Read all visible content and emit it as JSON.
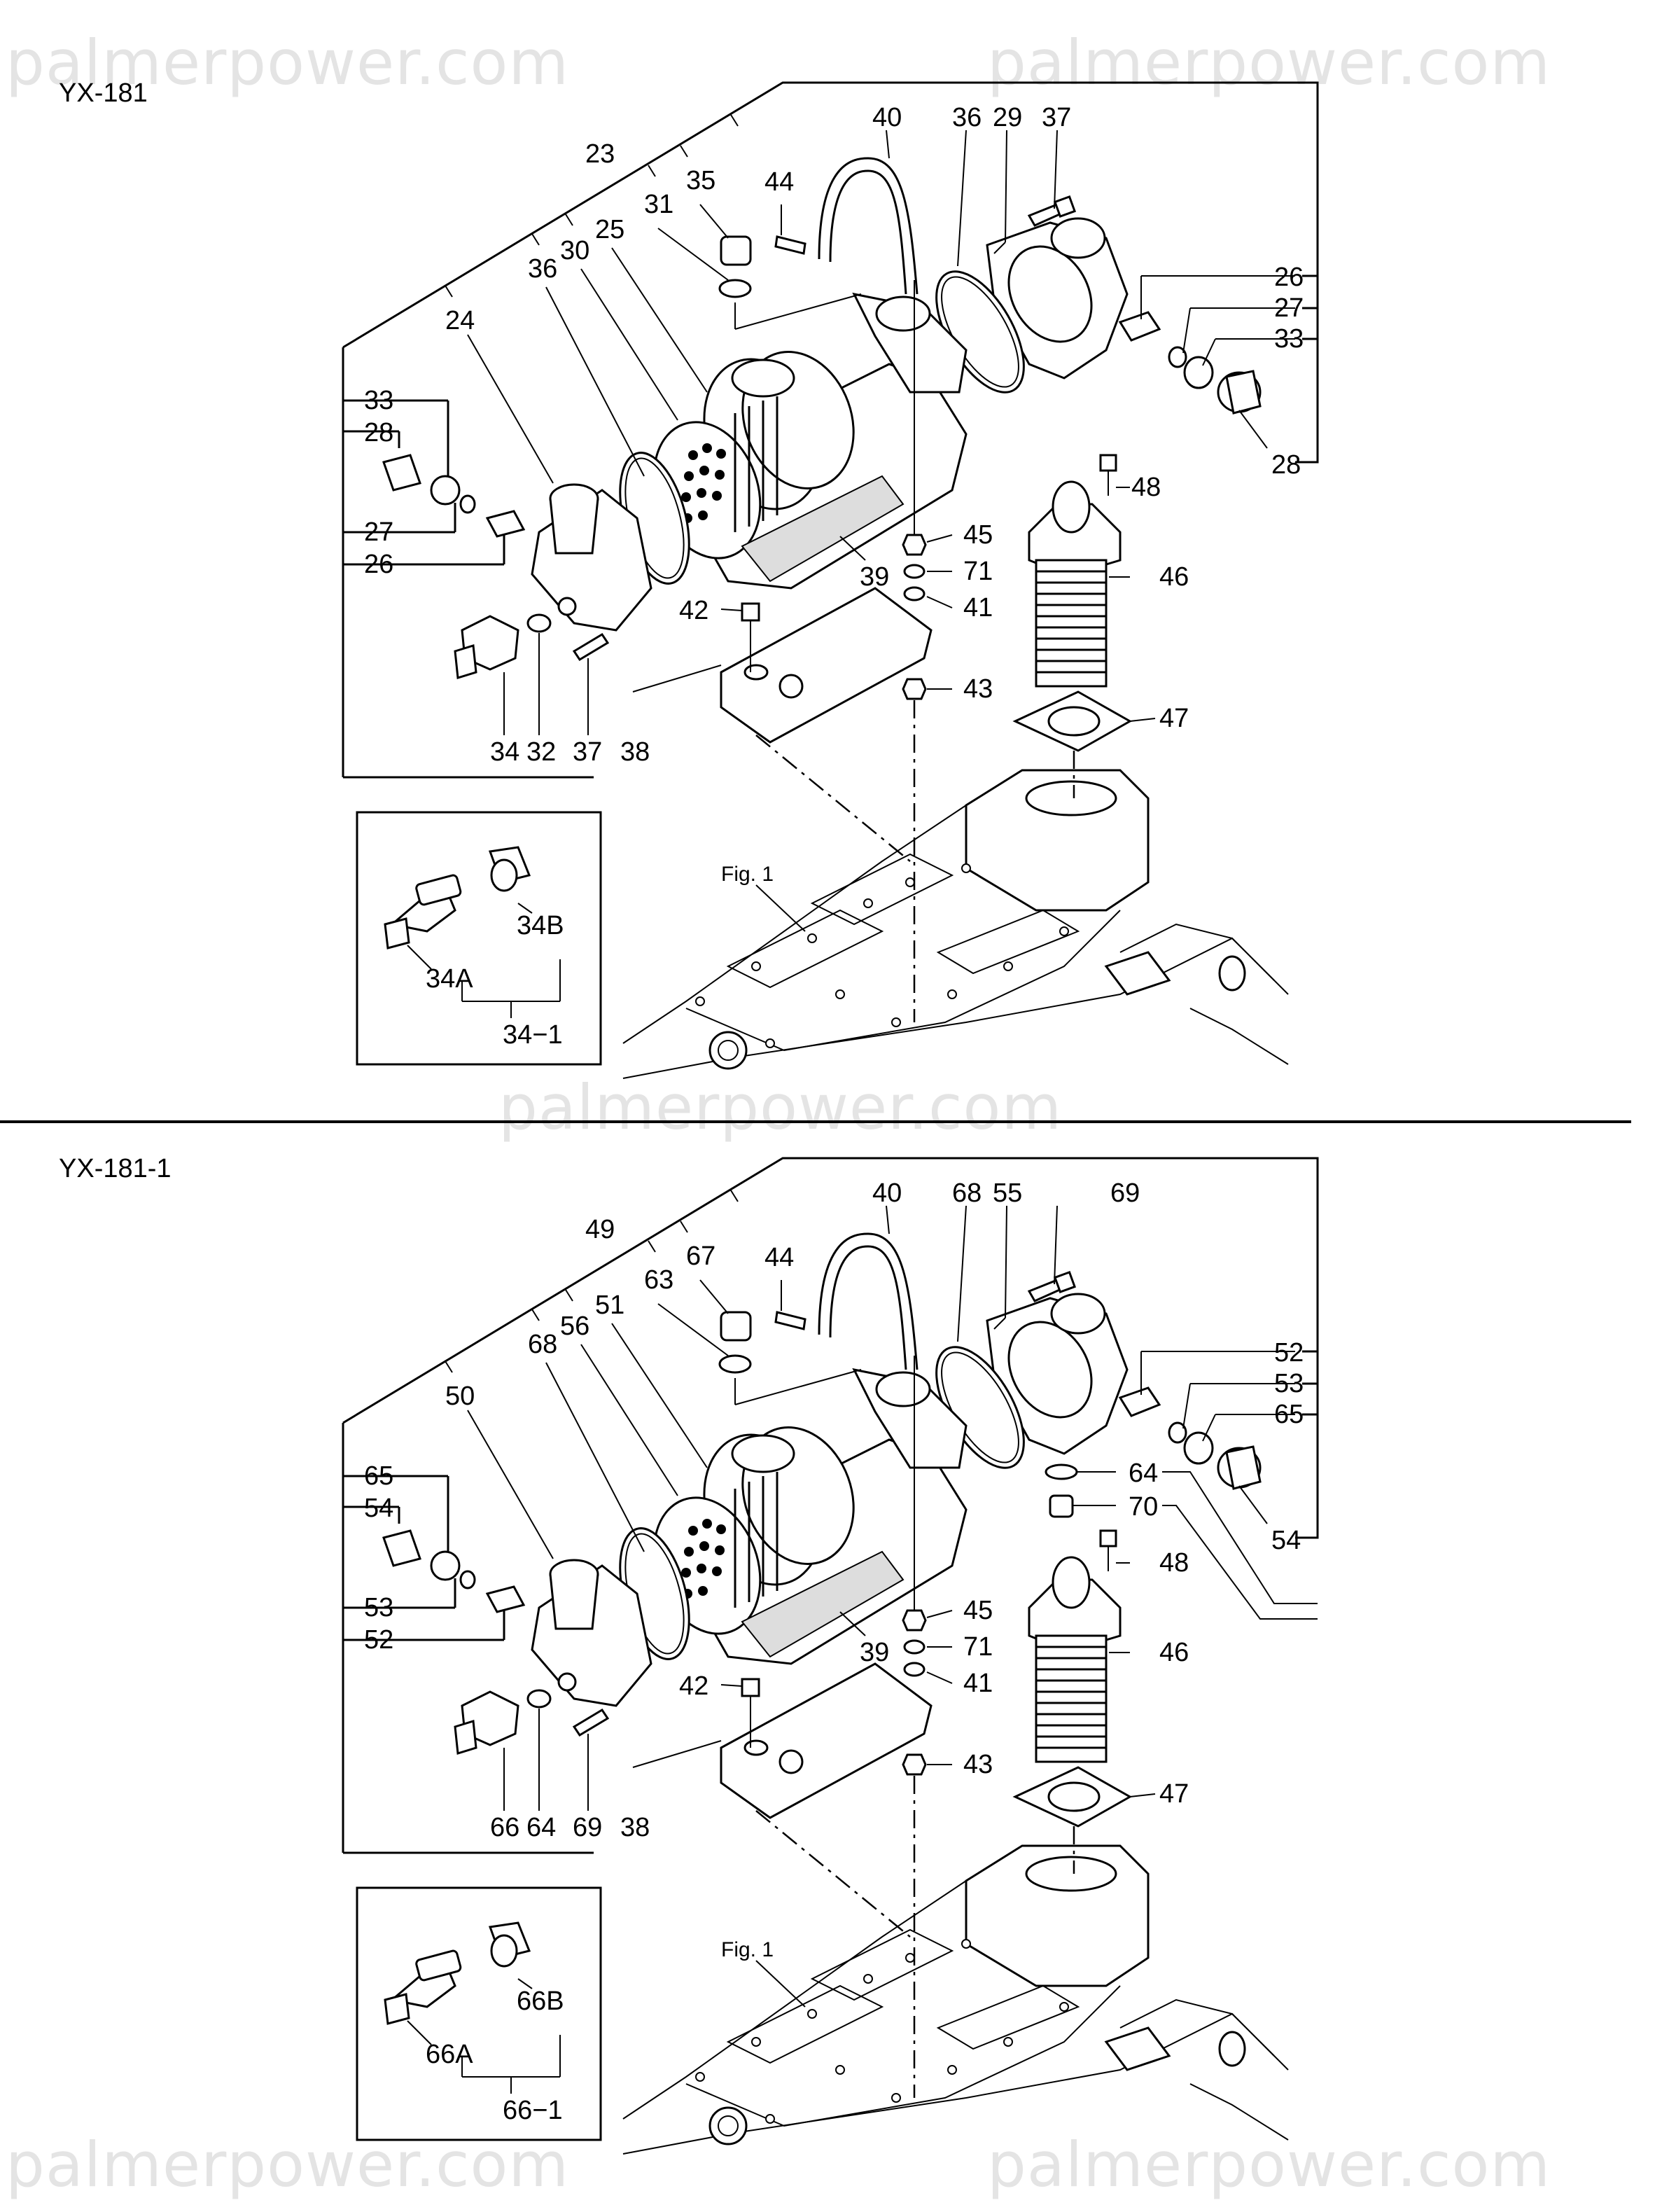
{
  "watermark": "palmerpower.com",
  "figures": [
    {
      "id": "YX-181",
      "labels": {
        "p40": "40",
        "p36": "36",
        "p29": "29",
        "p37": "37",
        "p23": "23",
        "p35": "35",
        "p44": "44",
        "p31": "31",
        "p25": "25",
        "p30": "30",
        "p36b": "36",
        "p24": "24",
        "p26": "26",
        "p27": "27",
        "p33": "33",
        "p28": "28",
        "p33b": "33",
        "p28b": "28",
        "p27b": "27",
        "p26b": "26",
        "p48": "48",
        "p45": "45",
        "p71": "71",
        "p46": "46",
        "p41": "41",
        "p42": "42",
        "p39": "39",
        "p43": "43",
        "p47": "47",
        "p34": "34",
        "p32": "32",
        "p37b": "37",
        "p38": "38",
        "fig": "Fig. 1",
        "inset_b": "34B",
        "inset_a": "34A",
        "inset_set": "34−1"
      }
    },
    {
      "id": "YX-181-1",
      "labels": {
        "p40": "40",
        "p36": "68",
        "p29": "55",
        "p37": "69",
        "p23": "49",
        "p35": "67",
        "p44": "44",
        "p31": "63",
        "p25": "51",
        "p30": "56",
        "p36b": "68",
        "p24": "50",
        "p26": "52",
        "p27": "53",
        "p33": "65",
        "p28": "54",
        "p33b": "65",
        "p28b": "54",
        "p27b": "53",
        "p26b": "52",
        "p48": "48",
        "p45": "45",
        "p71": "71",
        "p46": "46",
        "p41": "41",
        "p42": "42",
        "p39": "39",
        "p43": "43",
        "p47": "47",
        "p34": "66",
        "p32": "64",
        "p37b": "69",
        "p38": "38",
        "fig": "Fig. 1",
        "inset_b": "66B",
        "inset_a": "66A",
        "inset_set": "66−1",
        "extra_64": "64",
        "extra_70": "70"
      }
    }
  ]
}
